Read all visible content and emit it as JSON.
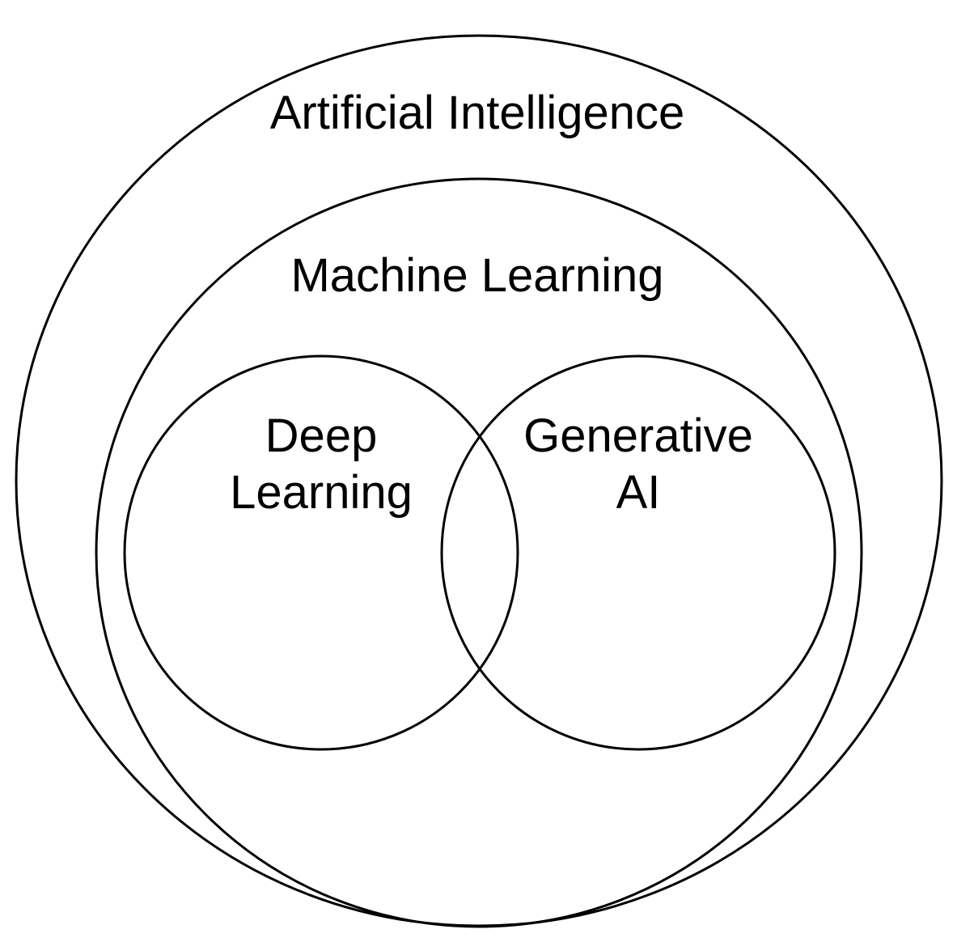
{
  "diagram": {
    "outer": {
      "label": "Artificial Intelligence"
    },
    "middle": {
      "label": "Machine Learning"
    },
    "left": {
      "label_line1": "Deep",
      "label_line2": "Learning"
    },
    "right": {
      "label_line1": "Generative",
      "label_line2": "AI"
    }
  },
  "colors": {
    "stroke": "#000000",
    "background": "#ffffff"
  }
}
